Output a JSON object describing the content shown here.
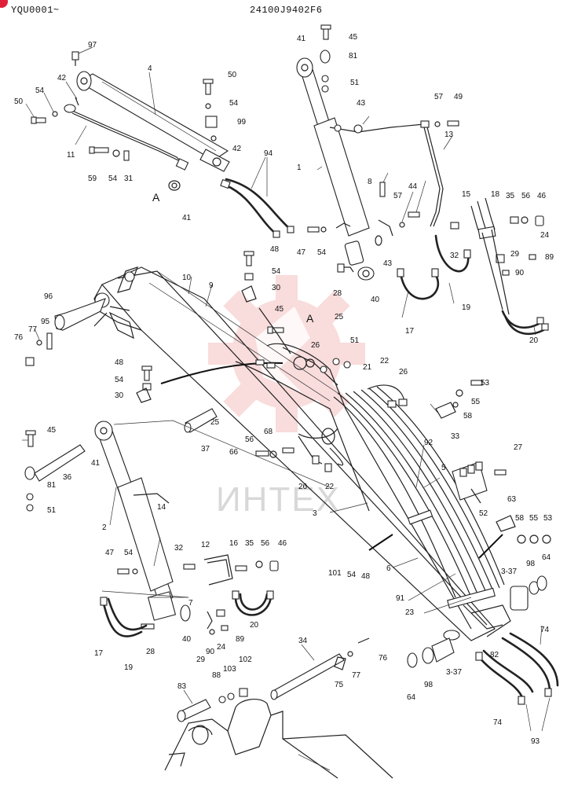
{
  "header": {
    "left_code": "YQU0001~",
    "drawing_number": "24100J9402F6"
  },
  "watermark": {
    "text": "ИНТЕХ",
    "color": "#f2b3b3"
  },
  "callout_letter": "A",
  "labels": {
    "p97": "97",
    "p4": "4",
    "p42a": "42",
    "p50a": "50",
    "p54a": "54",
    "p11": "11",
    "p59": "59",
    "p54b": "54",
    "p31": "31",
    "p50b": "50",
    "p54c": "54",
    "p99": "99",
    "p42b": "42",
    "p94": "94",
    "p41a": "41",
    "p41b": "41",
    "p45a": "45",
    "p81a": "81",
    "p51a": "51",
    "p43a": "43",
    "p57a": "57",
    "p49": "49",
    "p1": "1",
    "p13": "13",
    "p8": "8",
    "p57b": "57",
    "p44": "44",
    "p15": "15",
    "p18": "18",
    "p35a": "35",
    "p56a": "56",
    "p46a": "46",
    "p24a": "24",
    "p47a": "47",
    "p54d": "54",
    "p43b": "43",
    "p32a": "32",
    "p29a": "29",
    "p89a": "89",
    "p90a": "90",
    "p48a": "48",
    "p54e": "54",
    "p30a": "30",
    "p28a": "28",
    "p40a": "40",
    "p19a": "19",
    "p17a": "17",
    "p20a": "20",
    "p10": "10",
    "p9": "9",
    "p96": "96",
    "p95": "95",
    "p77a": "77",
    "p76a": "76",
    "p45b": "45",
    "p25a": "25",
    "p26a": "26",
    "p51b": "51",
    "p21": "21",
    "p22a": "22",
    "p26b": "26",
    "p48b": "48",
    "p54f": "54",
    "p30b": "30",
    "p25b": "25",
    "p37": "37",
    "p53a": "53",
    "p55a": "55",
    "p58a": "58",
    "p33": "33",
    "p45c": "45",
    "p41c": "41",
    "p36": "36",
    "p81b": "81",
    "p51c": "51",
    "p56b": "56",
    "p68": "68",
    "p66": "66",
    "p26c": "26",
    "p22b": "22",
    "p92": "92",
    "p5": "5",
    "p27": "27",
    "p52": "52",
    "p3": "3",
    "p2": "2",
    "p14": "14",
    "p63": "63",
    "p58b": "58",
    "p55b": "55",
    "p53b": "53",
    "p47b": "47",
    "p54g": "54",
    "p32b": "32",
    "p12": "12",
    "p16": "16",
    "p35b": "35",
    "p56c": "56",
    "p46b": "46",
    "p101": "101",
    "p54h": "54",
    "p48c": "48",
    "p6": "6",
    "p91": "91",
    "p23": "23",
    "p3_37a": "3-37",
    "p98a": "98",
    "p64a": "64",
    "p7": "7",
    "p40b": "40",
    "p29b": "29",
    "p90b": "90",
    "p24b": "24",
    "p89b": "89",
    "p20b": "20",
    "p17b": "17",
    "p19b": "19",
    "p28b": "28",
    "p34": "34",
    "p76b": "76",
    "p77b": "77",
    "p75": "75",
    "p64b": "64",
    "p98b": "98",
    "p3_37b": "3-37",
    "p82": "82",
    "p74a": "74",
    "p74b": "74",
    "p93": "93",
    "p83": "83",
    "p88": "88",
    "p103": "103",
    "p102": "102"
  }
}
